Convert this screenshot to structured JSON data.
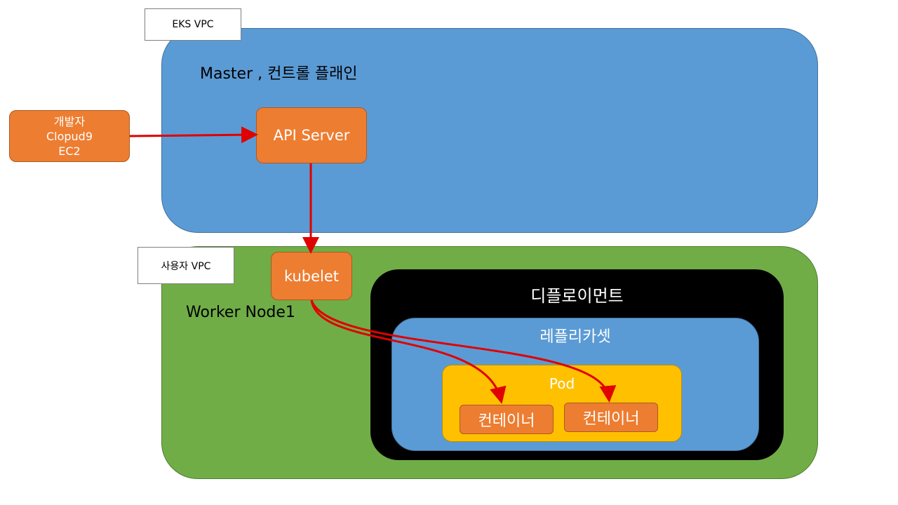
{
  "eks_vpc": {
    "label": "EKS VPC",
    "title": "Master , 컨트롤 플래인"
  },
  "api_server": {
    "label": "API Server"
  },
  "developer": {
    "lines": [
      "개발자",
      "Clopud9",
      "EC2"
    ]
  },
  "user_vpc": {
    "label": "사용자  VPC",
    "title": "Worker  Node1"
  },
  "kubelet": {
    "label": "kubelet"
  },
  "deployment": {
    "title": "디플로이먼트"
  },
  "replicaset": {
    "title": "레플리카셋"
  },
  "pod": {
    "title": "Pod"
  },
  "containers": [
    {
      "label": "컨테이너"
    },
    {
      "label": "컨테이너"
    }
  ],
  "colors": {
    "eks_vpc_fill": "#5b9bd5",
    "user_vpc_fill": "#70ad47",
    "component_fill": "#ed7d31",
    "deployment_fill": "#000000",
    "pod_fill": "#ffc000",
    "arrow": "#e00000"
  }
}
